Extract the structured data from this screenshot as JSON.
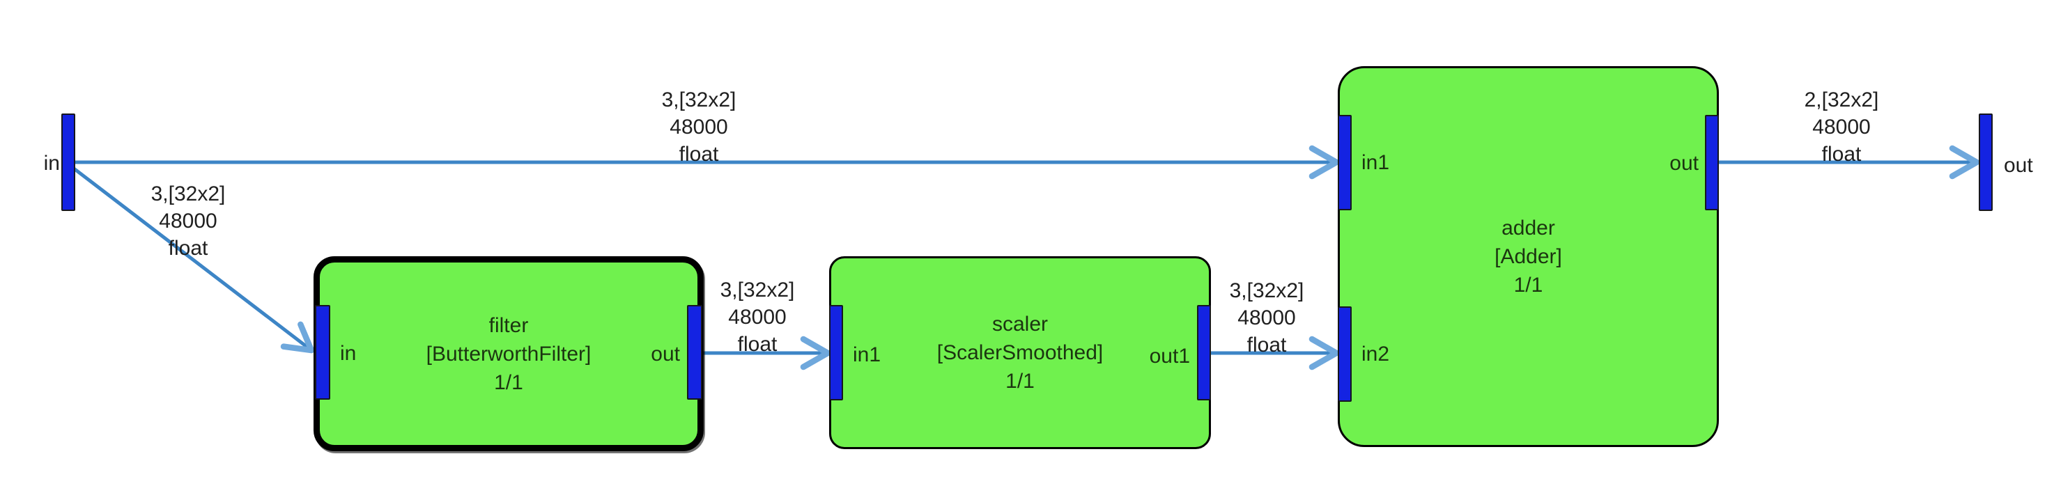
{
  "terminals": {
    "input": {
      "label": "in"
    },
    "output": {
      "label": "out"
    }
  },
  "blocks": [
    {
      "name": "filter",
      "type": "[ButterworthFilter]",
      "instances": "1/1",
      "ports": {
        "in": {
          "label": "in"
        },
        "out": {
          "label": "out"
        }
      }
    },
    {
      "name": "scaler",
      "type": "[ScalerSmoothed]",
      "instances": "1/1",
      "ports": {
        "in": {
          "label": "in1"
        },
        "out": {
          "label": "out1"
        }
      }
    },
    {
      "name": "adder",
      "type": "[Adder]",
      "instances": "1/1",
      "ports": {
        "in1": {
          "label": "in1"
        },
        "in2": {
          "label": "in2"
        },
        "out": {
          "label": "out"
        }
      }
    }
  ],
  "edges": [
    {
      "from": "in",
      "to": "adder.in1",
      "lines": [
        "3,[32x2]",
        "48000",
        "float"
      ]
    },
    {
      "from": "in",
      "to": "filter.in",
      "lines": [
        "3,[32x2]",
        "48000",
        "float"
      ]
    },
    {
      "from": "filter.out",
      "to": "scaler.in1",
      "lines": [
        "3,[32x2]",
        "48000",
        "float"
      ]
    },
    {
      "from": "scaler.out1",
      "to": "adder.in2",
      "lines": [
        "3,[32x2]",
        "48000",
        "float"
      ]
    },
    {
      "from": "adder.out",
      "to": "out",
      "lines": [
        "2,[32x2]",
        "48000",
        "float"
      ]
    }
  ],
  "colors": {
    "block_fill": "#70f14e",
    "block_border": "#000000",
    "port_fill": "#1423e2",
    "port_border": "#16161d",
    "edge_stroke": "#3d85c6",
    "arrowhead_stroke": "#6fa8dc",
    "text_on_block": "#1b3510",
    "text_on_white": "#1f1f1f"
  }
}
